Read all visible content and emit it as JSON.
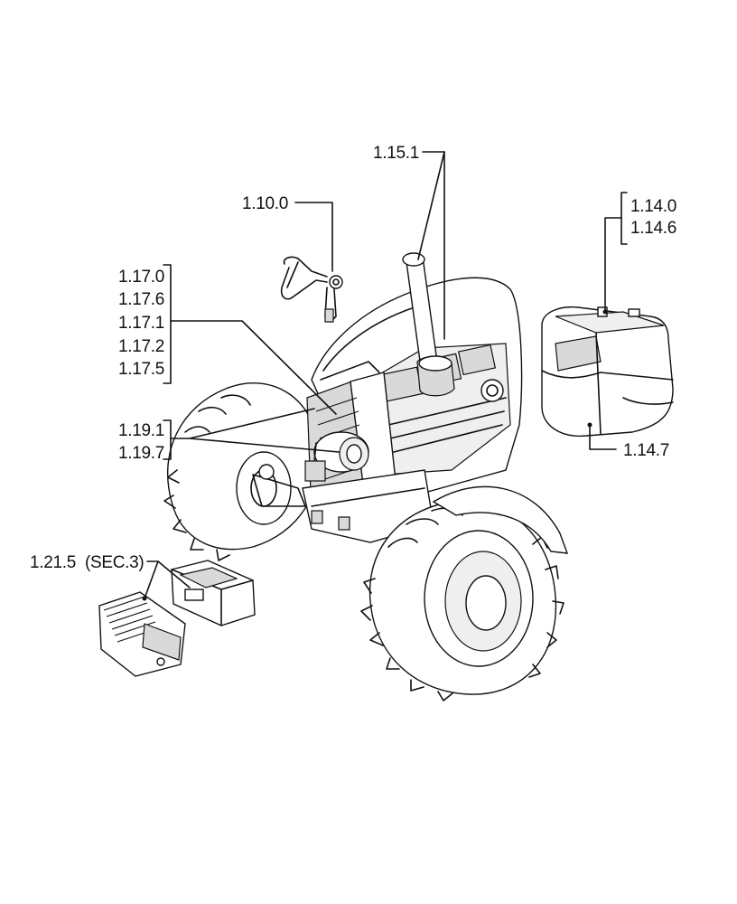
{
  "callouts": {
    "exhaust": "1.15.1",
    "air_intake": "1.10.0",
    "fuel_tank_top_1": "1.14.0",
    "fuel_tank_top_2": "1.14.6",
    "fuel_tank_bottom": "1.14.7",
    "radiator_1": "1.17.0",
    "radiator_2": "1.17.6",
    "radiator_3": "1.17.1",
    "radiator_4": "1.17.2",
    "radiator_5": "1.17.5",
    "fan_1": "1.19.1",
    "fan_2": "1.19.7",
    "ballast": "1.21.5  (SEC.3)"
  },
  "icons": {
    "tractor": "tractor-exploded-view",
    "fuel_tank": "fuel-tank",
    "air_pipe": "air-intake-pipe",
    "ballast_weights": "front-ballast-weights"
  }
}
